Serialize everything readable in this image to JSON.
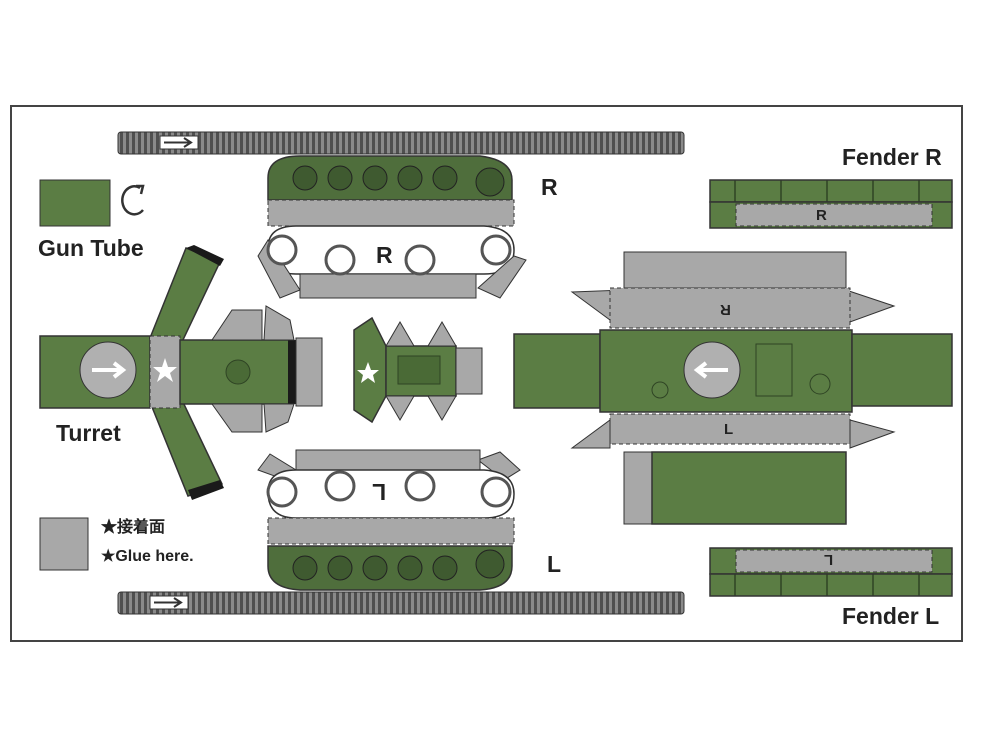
{
  "labels": {
    "gun_tube": "Gun Tube",
    "turret": "Turret",
    "fender_r": "Fender R",
    "fender_l": "Fender L",
    "side_r": "R",
    "side_l": "L",
    "part_r": "R",
    "part_l": "L"
  },
  "legend": {
    "line_jp": "★接着面",
    "line_en": "★Glue here."
  },
  "colors": {
    "green": "#5b7d44",
    "green_dark": "#3f5a30",
    "glue_gray": "#a8a8a8",
    "outline": "#333333",
    "track": "#6e6e6e"
  },
  "icons": [
    "rotate-arrow-icon",
    "direction-arrow-icon",
    "white-star-icon"
  ]
}
